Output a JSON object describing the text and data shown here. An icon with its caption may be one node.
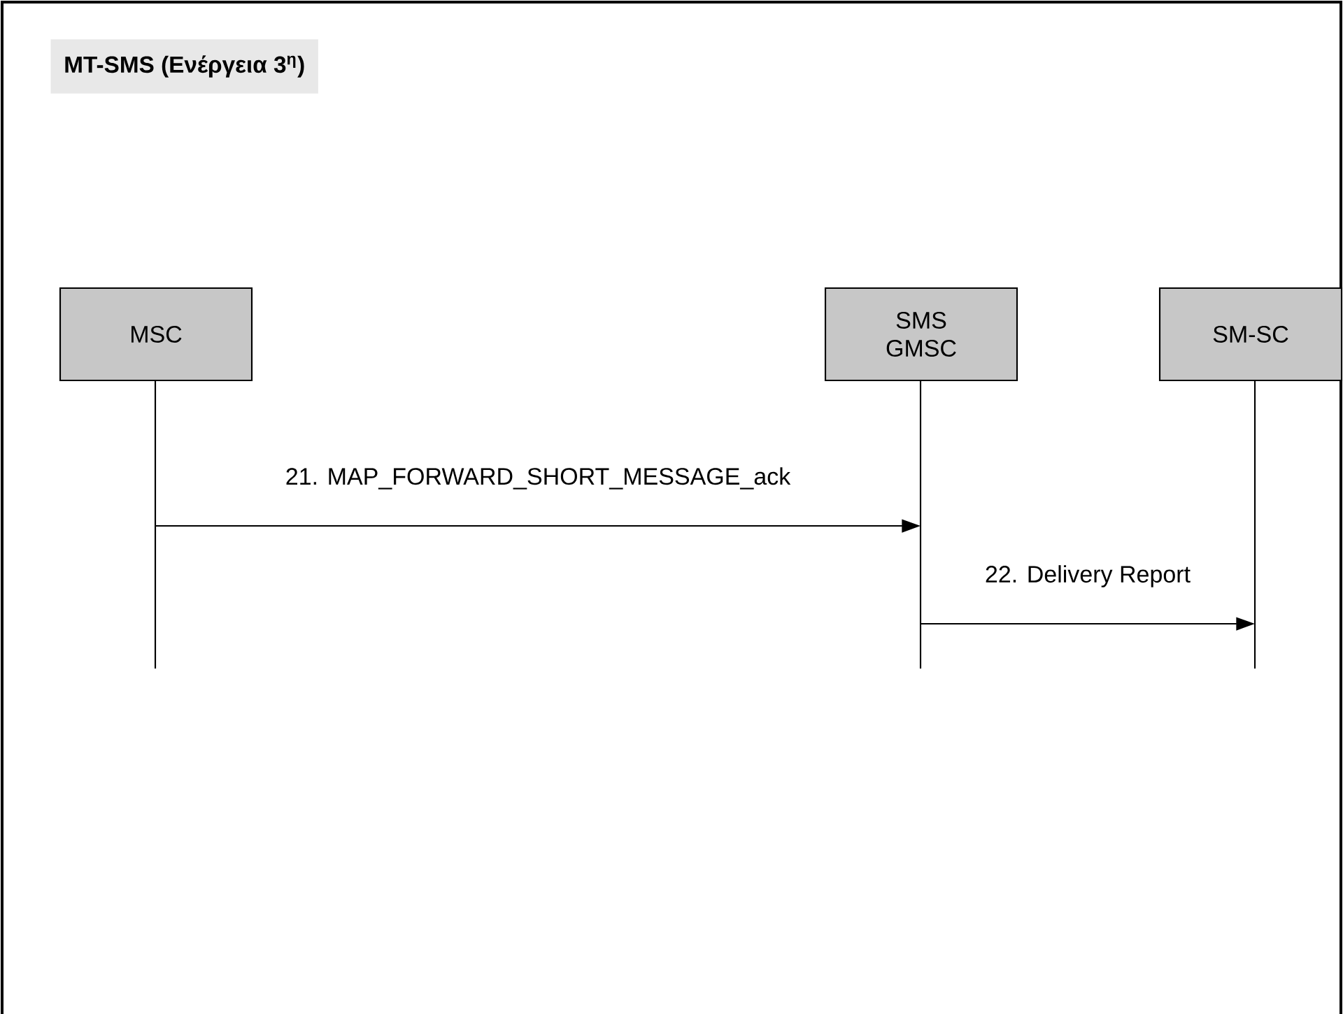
{
  "diagram": {
    "title": "MT-SMS (Ενέργεια 3$^{η}$)",
    "nodes": [
      {
        "text": [
          "MSC"
        ]
      },
      {
        "text": [
          "SMS GMSC"
        ]
      },
      {
        "text": [
          "SM-SC"
        ]
      }
    ],
    "edges": [
      {
        "from": 0,
        "to": 1,
        "arrow": "to",
        "label": "21. MAP_FORWARD_SHORT_MESSAGE_ack"
      },
      {
        "from": 1,
        "to": 2,
        "arrow": "to",
        "label": "22. Delivery Report"
      }
    ]
  }
}
